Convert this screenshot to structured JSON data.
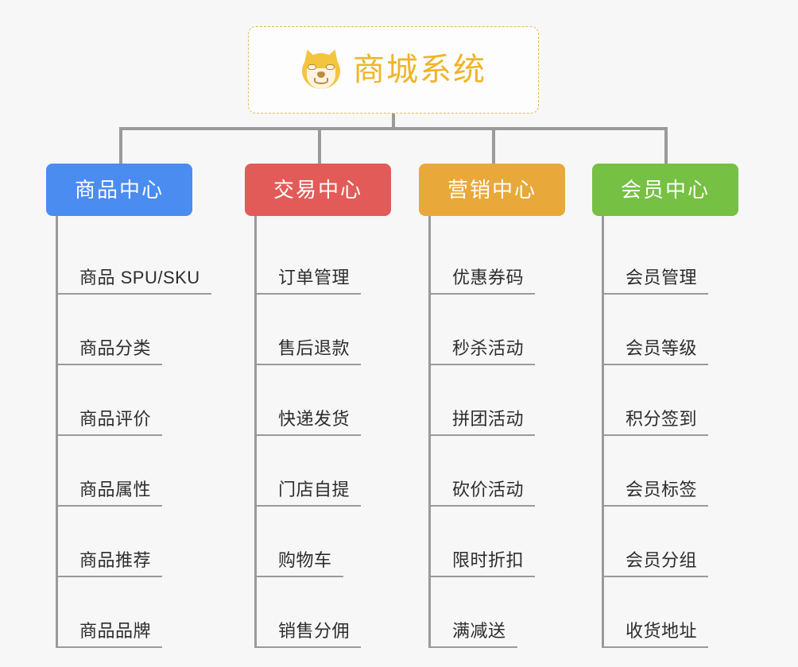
{
  "canvas": {
    "background_color": "#f7f7f7",
    "connector_color": "#9a9a9a"
  },
  "root": {
    "title": "商城系统",
    "icon": "shiba-inu-emoji",
    "text_color": "#f0b429",
    "border_color": "#e8b860",
    "background_color": "#fdfdfd"
  },
  "categories": [
    {
      "label": "商品中心",
      "color": "#4a8cf0",
      "items": [
        "商品 SPU/SKU",
        "商品分类",
        "商品评价",
        "商品属性",
        "商品推荐",
        "商品品牌"
      ]
    },
    {
      "label": "交易中心",
      "color": "#e25b58",
      "items": [
        "订单管理",
        "售后退款",
        "快递发货",
        "门店自提",
        "购物车",
        "销售分佣"
      ]
    },
    {
      "label": "营销中心",
      "color": "#e8a93a",
      "items": [
        "优惠券码",
        "秒杀活动",
        "拼团活动",
        "砍价活动",
        "限时折扣",
        "满减送"
      ]
    },
    {
      "label": "会员中心",
      "color": "#76c043",
      "items": [
        "会员管理",
        "会员等级",
        "积分签到",
        "会员标签",
        "会员分组",
        "收货地址"
      ]
    }
  ]
}
